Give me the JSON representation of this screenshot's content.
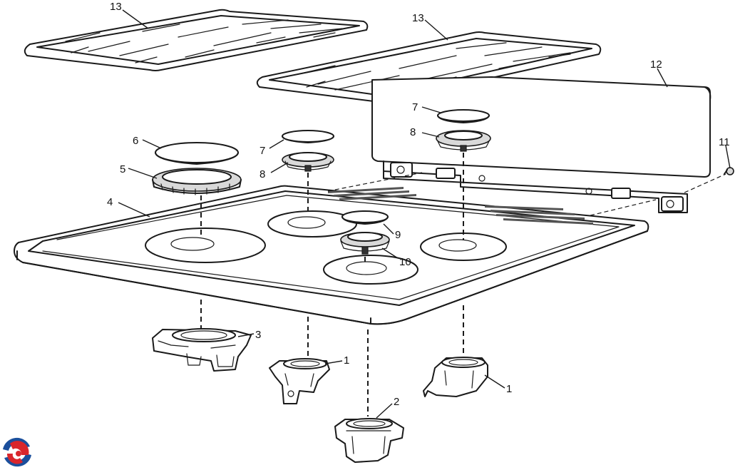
{
  "callouts": {
    "c13a": "13",
    "c13b": "13",
    "c12": "12",
    "c11": "11",
    "c7a": "7",
    "c7b": "7",
    "c8a": "8",
    "c8b": "8",
    "c6": "6",
    "c5": "5",
    "c4": "4",
    "c9": "9",
    "c10": "10",
    "c3": "3",
    "c1a": "1",
    "c1b": "1",
    "c2": "2"
  },
  "colors": {
    "logo_red": "#d9262c",
    "logo_blue": "#1b4f9c",
    "line": "#1a1a1a"
  },
  "icons": {
    "logo": "brand-swirl-logo"
  }
}
